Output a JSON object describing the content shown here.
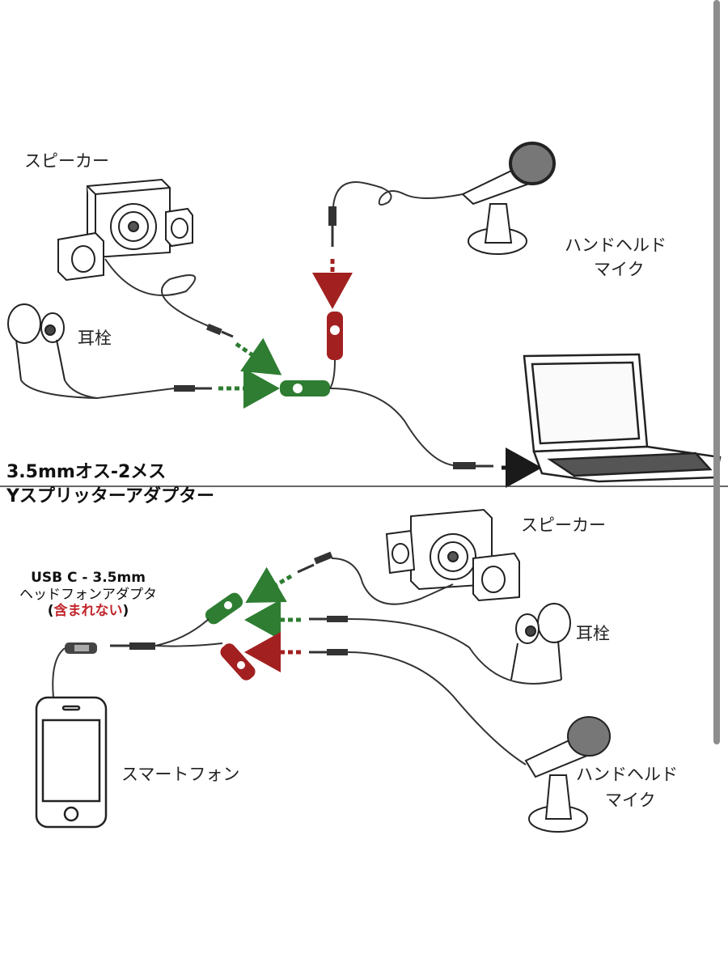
{
  "top": {
    "speaker_label": "スピーカー",
    "earphone_label": "耳栓",
    "mic_label_line1": "ハンドヘルド",
    "mic_label_line2": "マイク"
  },
  "title": {
    "line1": "3.5mmオス-2メス",
    "line2": "Yスプリッターアダプター"
  },
  "bottom": {
    "speaker_label": "スピーカー",
    "earphone_label": "耳栓",
    "mic_label_line1": "ハンドヘルド",
    "mic_label_line2": "マイク",
    "phone_label": "スマートフォン",
    "usb_line1": "USB C - 3.5mm",
    "usb_line2": "ヘッドフォンアダプタ",
    "usb_open": "(",
    "usb_not_included": "含まれない",
    "usb_close": ")"
  },
  "colors": {
    "green": "#2e7d32",
    "red": "#a32020",
    "black": "#1a1a1a"
  }
}
